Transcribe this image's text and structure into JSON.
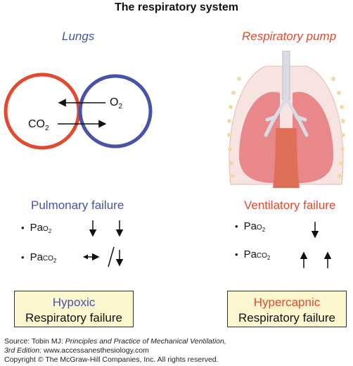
{
  "title": "The respiratory system",
  "left": {
    "heading": "Lungs",
    "o2_label": "O",
    "o2_sub": "2",
    "co2_label": "CO",
    "co2_sub": "2",
    "failure_title": "Pulmonary failure",
    "rows": [
      {
        "label": "Pa",
        "sub_main": "O",
        "sub_sub": "2"
      },
      {
        "label": "Pa",
        "sub_main": "CO",
        "sub_sub": "2"
      }
    ],
    "box_line1": "Hypoxic",
    "box_line2": "Respiratory failure",
    "colors": {
      "circle_red": "#e2492e",
      "circle_blue": "#4752a8"
    }
  },
  "right": {
    "heading": "Respiratory pump",
    "failure_title": "Ventilatory failure",
    "rows": [
      {
        "label": "Pa",
        "sub_main": "O",
        "sub_sub": "2"
      },
      {
        "label": "Pa",
        "sub_main": "CO",
        "sub_sub": "2"
      }
    ],
    "box_line1": "Hypercapnic",
    "box_line2": "Respiratory failure"
  },
  "source": {
    "prefix": "Source: Tobin MJ: ",
    "book": "Principles and Practice of Mechanical Ventilation,",
    "edition": "3rd Edition: ",
    "url": "www.accessanesthesiology.com",
    "copyright": "Copyright © The McGraw-Hill Companies, Inc. All rights reserved."
  }
}
